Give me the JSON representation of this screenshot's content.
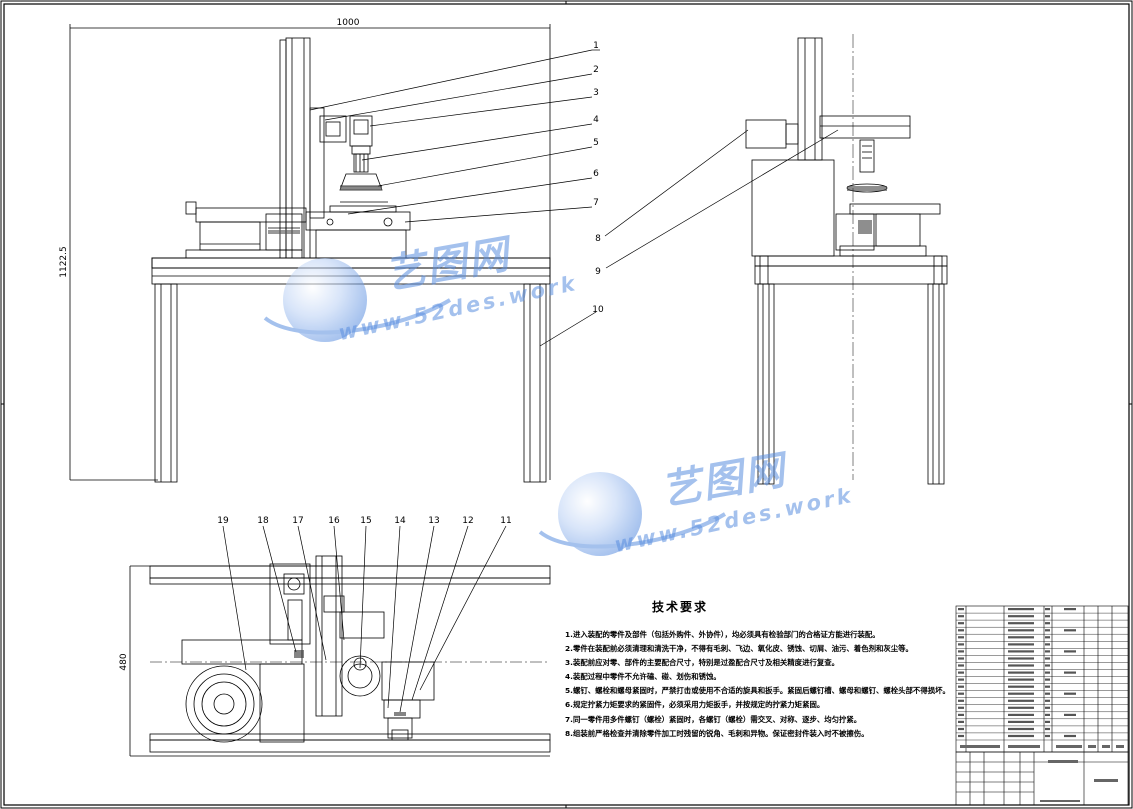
{
  "dimensions": {
    "width_label": "1000",
    "height_label": "1122.5",
    "depth_label": "480"
  },
  "part_numbers": {
    "front": [
      "1",
      "2",
      "3",
      "4",
      "5",
      "6",
      "7"
    ],
    "side": [
      "8",
      "9",
      "10"
    ],
    "plan": [
      "11",
      "12",
      "13",
      "14",
      "15",
      "16",
      "17",
      "18",
      "19"
    ]
  },
  "technical_requirements": {
    "title": "技术要求",
    "items": [
      "1.进入装配的零件及部件（包括外购件、外协件），均必须具有检验部门的合格证方能进行装配。",
      "2.零件在装配前必须清理和清洗干净，不得有毛刺、飞边、氧化皮、锈蚀、切屑、油污、着色剂和灰尘等。",
      "3.装配前应对零、部件的主要配合尺寸，特别是过盈配合尺寸及相关精度进行复查。",
      "4.装配过程中零件不允许磕、碰、划伤和锈蚀。",
      "5.螺钉、螺栓和螺母紧固时，严禁打击或使用不合适的旋具和扳手。紧固后螺钉槽、螺母和螺钉、螺栓头部不得损坏。",
      "6.规定拧紧力矩要求的紧固件，必须采用力矩扳手，并按规定的拧紧力矩紧固。",
      "7.同一零件用多件螺钉（螺栓）紧固时，各螺钉（螺栓）需交叉、对称、逐步、均匀拧紧。",
      "8.组装前严格检查并清除零件加工时残留的锐角、毛刺和异物。保证密封件装入时不被擦伤。"
    ]
  },
  "watermark": {
    "title": "艺图网",
    "url": "www.52des.work"
  },
  "colors": {
    "line": "#000000",
    "watermark": "#5b8fe0"
  }
}
